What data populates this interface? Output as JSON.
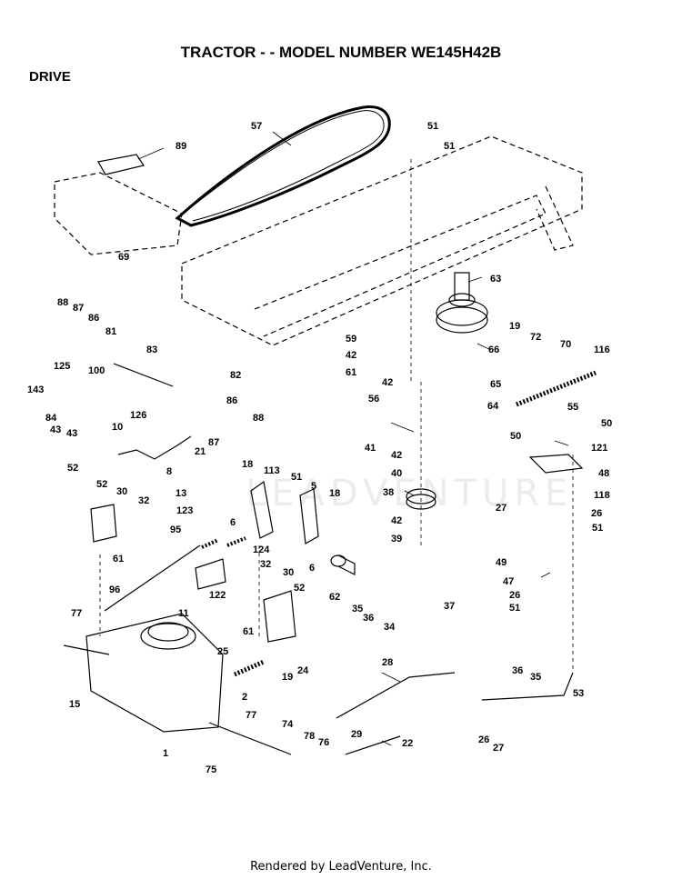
{
  "header": {
    "title": "TRACTOR - - MODEL NUMBER WE145H42B",
    "section": "DRIVE"
  },
  "footer": {
    "text": "Rendered by LeadVenture, Inc."
  },
  "watermark": {
    "text": "LEADVENTURE",
    "color": "#ececec"
  },
  "part_numbers": [
    "57",
    "51",
    "51",
    "89",
    "69",
    "63",
    "19",
    "72",
    "70",
    "116",
    "59",
    "66",
    "42",
    "61",
    "42",
    "65",
    "56",
    "64",
    "55",
    "88",
    "87",
    "86",
    "81",
    "83",
    "82",
    "125",
    "100",
    "143",
    "84",
    "43",
    "43",
    "126",
    "86",
    "88",
    "10",
    "87",
    "21",
    "8",
    "41",
    "42",
    "40",
    "38",
    "42",
    "39",
    "50",
    "50",
    "121",
    "48",
    "27",
    "118",
    "26",
    "51",
    "49",
    "47",
    "26",
    "51",
    "52",
    "52",
    "30",
    "32",
    "61",
    "13",
    "123",
    "95",
    "6",
    "18",
    "113",
    "51",
    "5",
    "18",
    "6",
    "124",
    "32",
    "30",
    "52",
    "122",
    "11",
    "61",
    "62",
    "35",
    "36",
    "34",
    "96",
    "77",
    "25",
    "19",
    "24",
    "2",
    "77",
    "37",
    "28",
    "36",
    "35",
    "53",
    "15",
    "1",
    "74",
    "75",
    "78",
    "76",
    "29",
    "22",
    "26",
    "27"
  ]
}
